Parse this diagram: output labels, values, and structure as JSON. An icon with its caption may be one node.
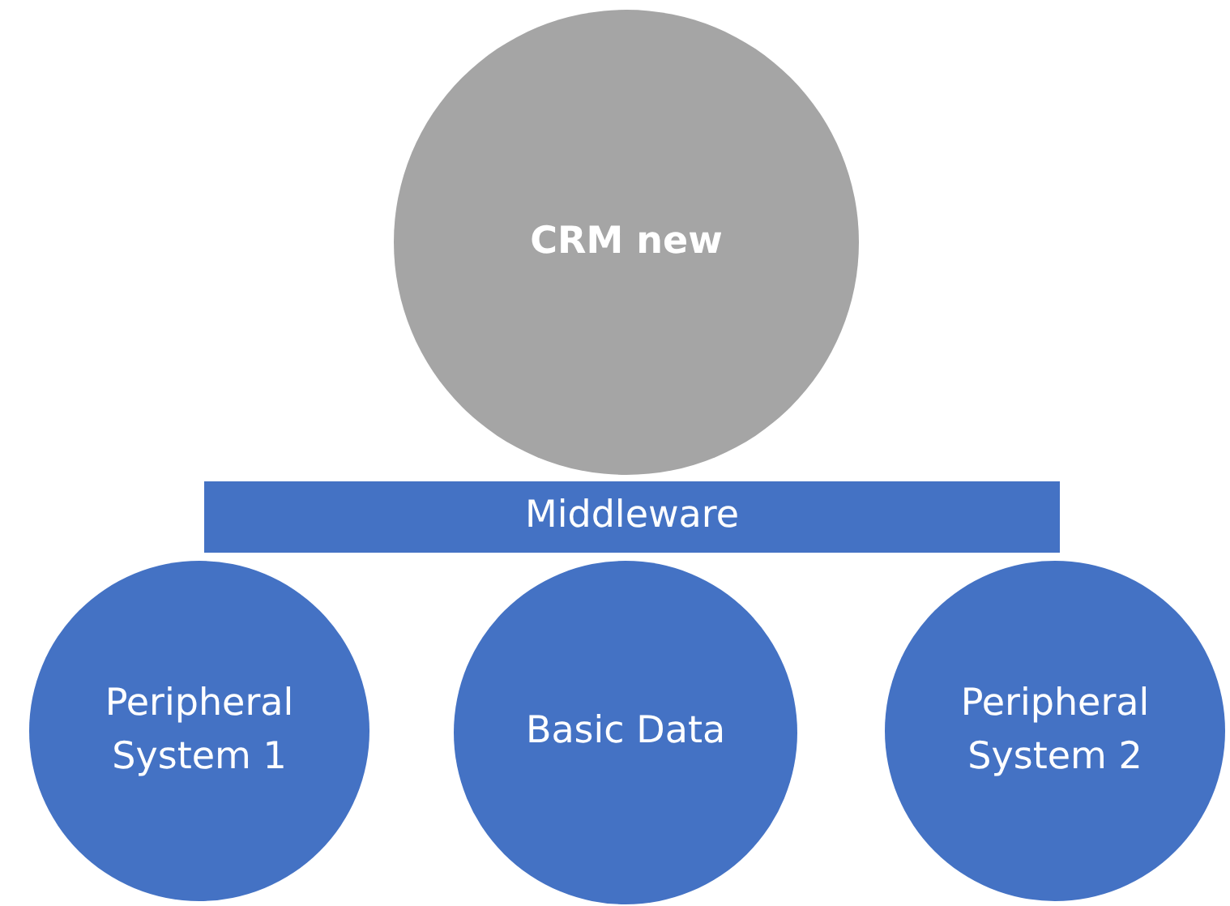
{
  "diagram": {
    "nodes": [
      {
        "text": [
          "CRM new"
        ]
      },
      {
        "text": [
          "Middleware"
        ]
      },
      {
        "text": [
          "Peripheral System 1"
        ]
      },
      {
        "text": [
          "Basic Data"
        ]
      },
      {
        "text": [
          "Peripheral System 2"
        ]
      }
    ]
  }
}
